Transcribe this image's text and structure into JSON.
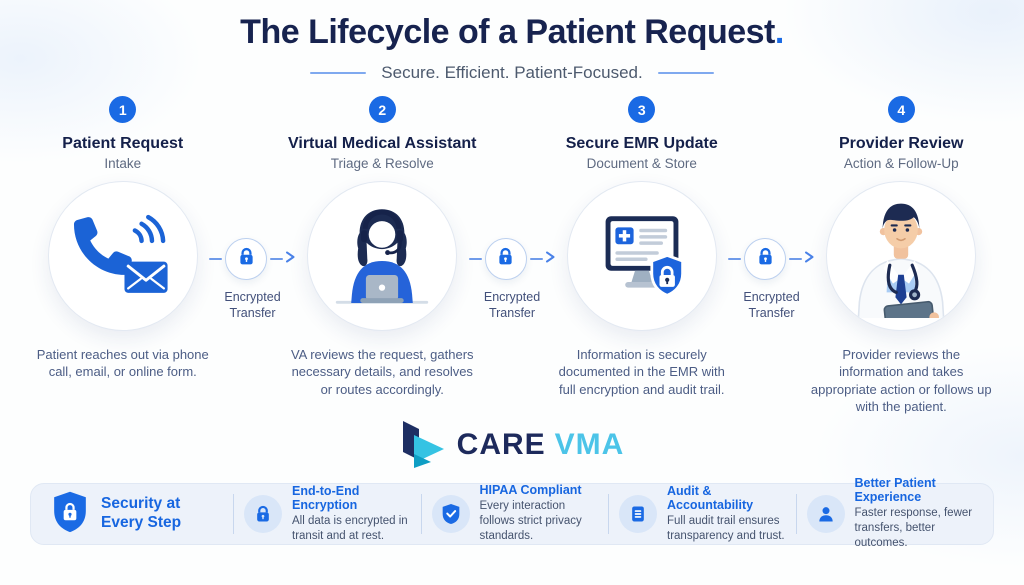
{
  "colors": {
    "accent_blue": "#1a6ae4",
    "navy": "#17234f",
    "cyan": "#4cc4e8",
    "banner_bg": "#edf2fa",
    "body_text": "#4c5d85"
  },
  "header": {
    "title": "The Lifecycle of a Patient Request",
    "title_period": ".",
    "subtitle": "Secure. Efficient. Patient-Focused."
  },
  "steps": [
    {
      "number": "1",
      "title": "Patient Request",
      "subtitle": "Intake",
      "icon": "phone-email-icon",
      "description": "Patient reaches out via phone call, email, or online form."
    },
    {
      "number": "2",
      "title": "Virtual Medical Assistant",
      "subtitle": "Triage & Resolve",
      "icon": "support-agent-icon",
      "description": "VA reviews the request, gathers necessary details, and resolves or routes accordingly."
    },
    {
      "number": "3",
      "title": "Secure EMR Update",
      "subtitle": "Document & Store",
      "icon": "emr-shield-icon",
      "description": "Information is securely documented in the EMR with full encryption and audit trail."
    },
    {
      "number": "4",
      "title": "Provider Review",
      "subtitle": "Action & Follow-Up",
      "icon": "doctor-icon",
      "description": "Provider reviews the information and takes appropriate action or follows up with the patient."
    }
  ],
  "connectors": {
    "icon": "lock-icon",
    "label_line1": "Encrypted",
    "label_line2": "Transfer"
  },
  "logo": {
    "mark": "carevma-logo-mark",
    "care": "CARE",
    "vma": "VMA"
  },
  "banner": {
    "lead": {
      "icon": "shield-lock-icon",
      "title_line1": "Security at",
      "title_line2": "Every Step"
    },
    "items": [
      {
        "icon": "lock-icon",
        "title": "End-to-End Encryption",
        "description": "All data is encrypted in transit and at rest."
      },
      {
        "icon": "shield-check-icon",
        "title": "HIPAA Compliant",
        "description": "Every interaction follows strict privacy standards."
      },
      {
        "icon": "document-icon",
        "title": "Audit & Accountability",
        "description": "Full audit trail ensures transparency and trust."
      },
      {
        "icon": "person-icon",
        "title": "Better Patient Experience",
        "description": "Faster response, fewer transfers, better outcomes."
      }
    ]
  }
}
